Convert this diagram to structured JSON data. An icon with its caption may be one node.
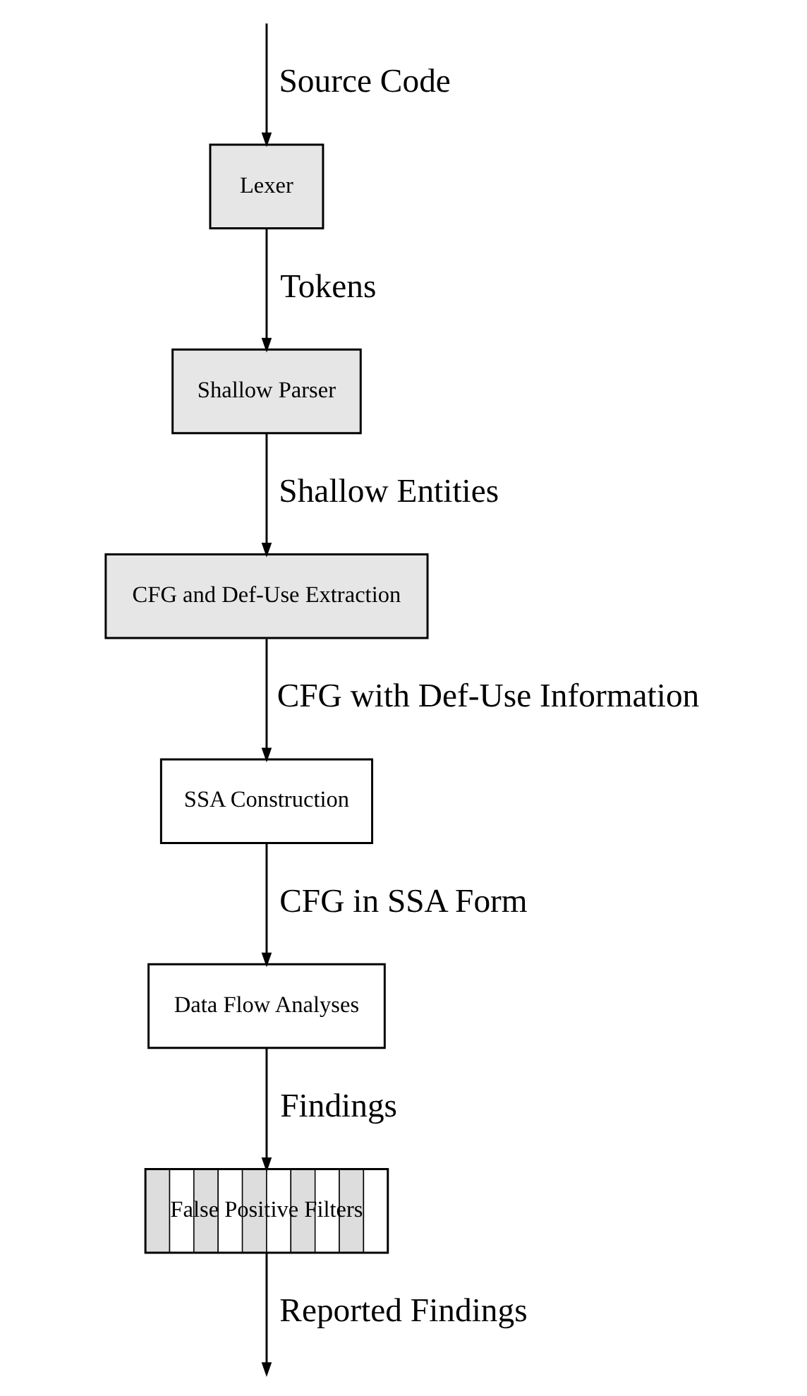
{
  "diagram": {
    "nodes": [
      {
        "text": [
          "Lexer"
        ]
      },
      {
        "text": [
          "Shallow Parser"
        ]
      },
      {
        "text": [
          "CFG and Def-Use Extraction"
        ]
      },
      {
        "text": [
          "SSA Construction"
        ]
      },
      {
        "text": [
          "Data Flow Analyses"
        ]
      },
      {
        "text": [
          "False Positive Filters"
        ]
      }
    ],
    "edges": [
      {
        "from": null,
        "to": 0,
        "arrow": "to",
        "label": "Source Code"
      },
      {
        "from": 0,
        "to": 1,
        "arrow": "to",
        "label": "Tokens"
      },
      {
        "from": 1,
        "to": 2,
        "arrow": "to",
        "label": "Shallow Entities"
      },
      {
        "from": 2,
        "to": 3,
        "arrow": "to",
        "label": "CFG with Def-Use Information"
      },
      {
        "from": 3,
        "to": 4,
        "arrow": "to",
        "label": "CFG in SSA Form"
      },
      {
        "from": 4,
        "to": 5,
        "arrow": "to",
        "label": "Findings"
      },
      {
        "from": 5,
        "to": null,
        "arrow": "to",
        "label": "Reported Findings"
      }
    ]
  }
}
